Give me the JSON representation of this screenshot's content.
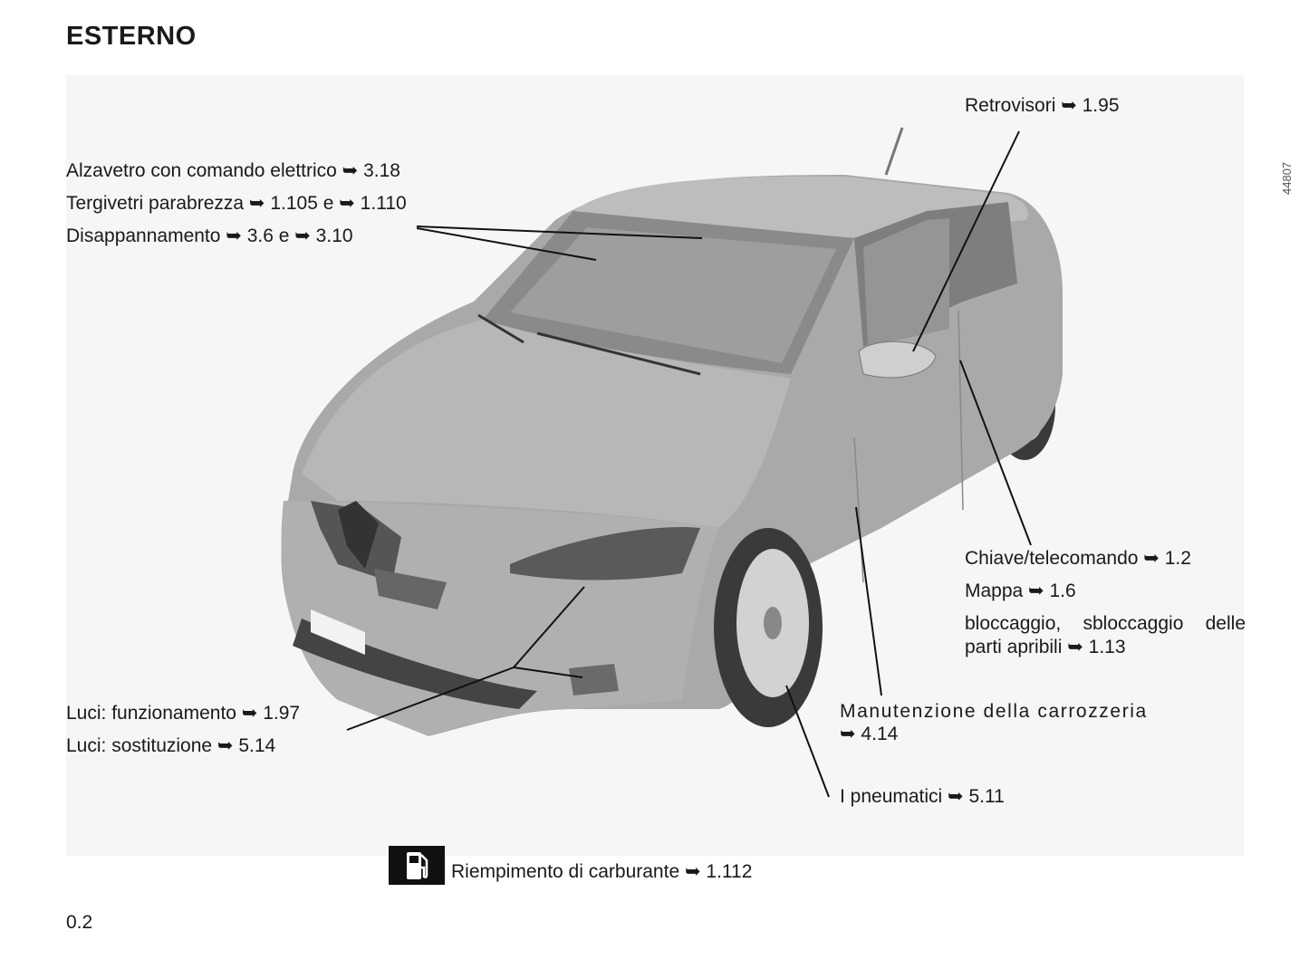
{
  "title": "ESTERNO",
  "figure_code": "44807",
  "labels": {
    "retrovisori": "Retrovisori ➥ 1.95",
    "alzavetro": "Alzavetro con comando elettrico ➥ 3.18",
    "tergivetri": "Tergivetri parabrezza ➥ 1.105 e ➥ 1.110",
    "disappannamento": "Disappannamento ➥ 3.6 e ➥ 3.10",
    "chiave": "Chiave/telecomando ➥ 1.2",
    "mappa": "Mappa ➥ 1.6",
    "bloccaggio": "bloccaggio, sbloccaggio delle parti apribili ➥ 1.13",
    "luci_funz": "Luci: funzionamento ➥ 1.97",
    "luci_sost": "Luci: sostituzione ➥ 5.14",
    "manutenzione_1": "Manutenzione della carrozzeria",
    "manutenzione_2": "➥ 4.14",
    "pneumatici": "I pneumatici ➥ 5.11",
    "carburante": "Riempimento di carburante ➥ 1.112"
  },
  "page_number": "0.2"
}
